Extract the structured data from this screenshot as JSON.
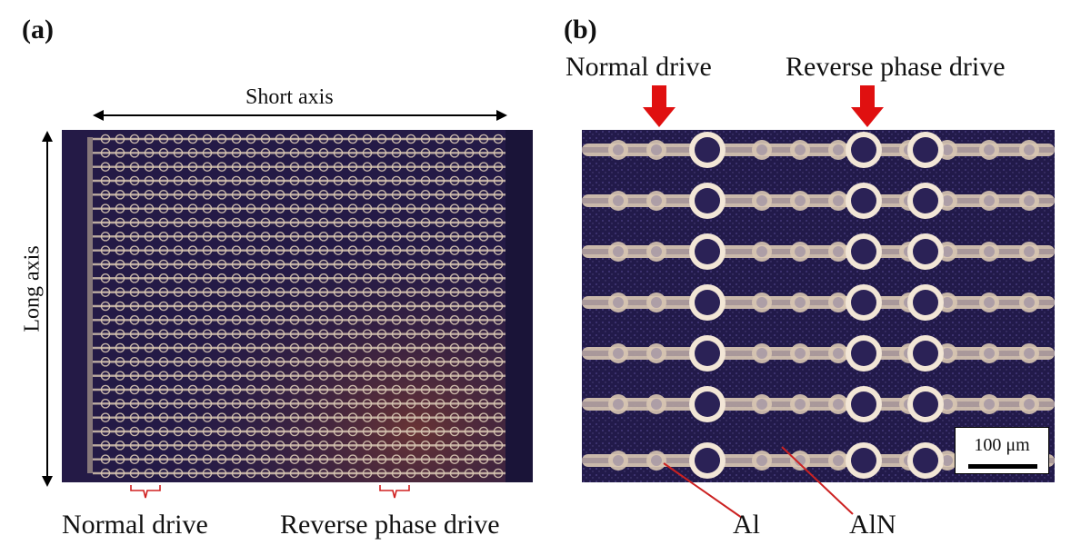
{
  "panel_a": {
    "label": "(a)",
    "short_axis_label": "Short axis",
    "long_axis_label": "Long axis",
    "normal_drive_label": "Normal drive",
    "reverse_phase_drive_label": "Reverse phase drive"
  },
  "panel_b": {
    "label": "(b)",
    "normal_drive_label": "Normal drive",
    "reverse_phase_drive_label": "Reverse phase drive",
    "scale_bar_label": "100 μm",
    "al_label": "Al",
    "aln_label": "AlN"
  },
  "colors": {
    "substrate": "#221a4a",
    "electrode": "#d8c6b2",
    "arrow_red": "#e01010",
    "bracket_red": "#d02020",
    "leader_red": "#cc2222"
  }
}
